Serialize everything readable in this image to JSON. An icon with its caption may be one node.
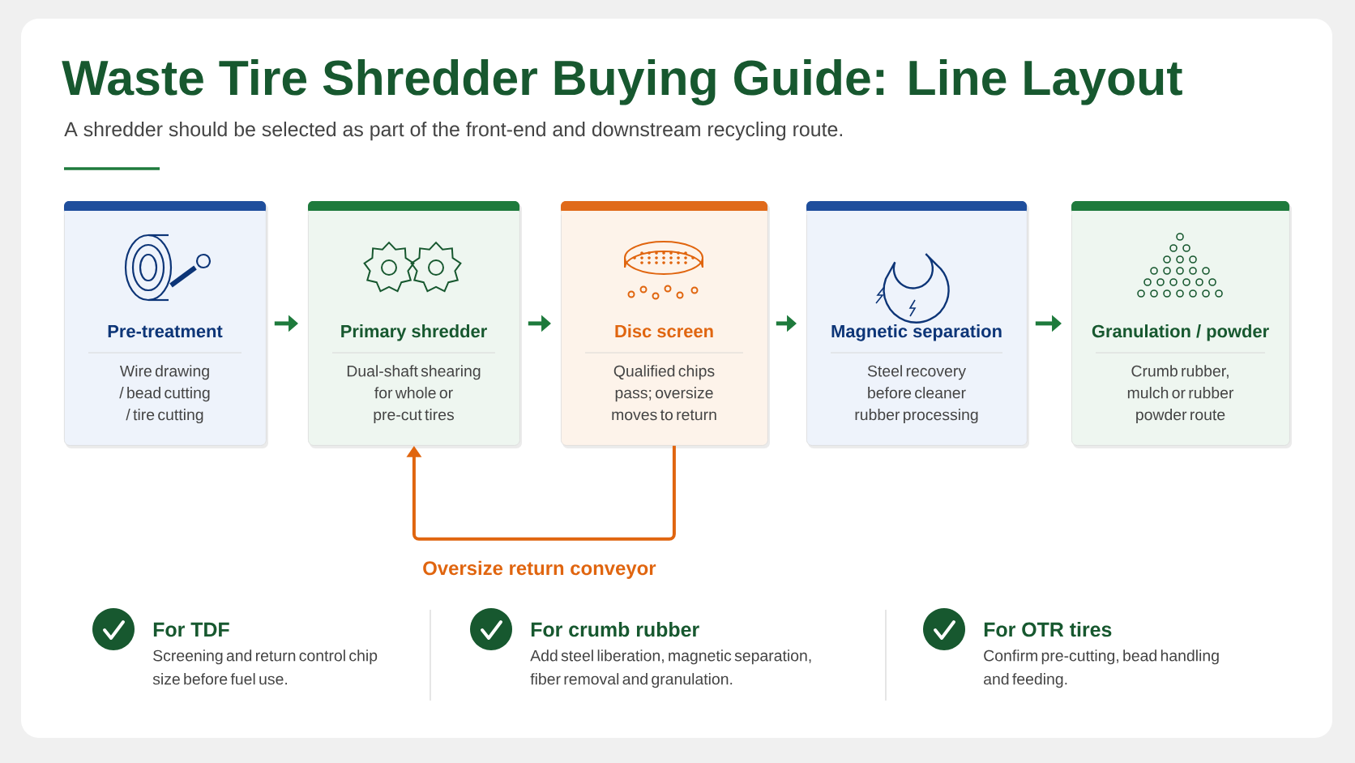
{
  "diagram": {
    "title": "Waste Tire Shredder Buying Guide: Line Layout",
    "nodes": [
      {
        "text": [
          "Pre-treatment",
          "Wire drawing / bead cutting / tire cutting"
        ]
      },
      {
        "text": [
          "Primary shredder",
          "Dual-shaft shearing for whole or pre-cut tires"
        ]
      },
      {
        "text": [
          "Disc screen",
          "Qualified chips pass; oversize moves to return"
        ]
      },
      {
        "text": [
          "Magnetic separation",
          "Steel recovery before cleaner rubber processing"
        ]
      },
      {
        "text": [
          "Granulation / powder",
          "Crumb rubber, mulch or rubber powder route"
        ]
      }
    ],
    "edges": [
      {
        "from": 0,
        "to": 1,
        "arrow": "to"
      },
      {
        "from": 1,
        "to": 2,
        "arrow": "to"
      },
      {
        "from": 2,
        "to": 3,
        "arrow": "to"
      },
      {
        "from": 3,
        "to": 4,
        "arrow": "to"
      },
      {
        "from": 2,
        "to": 1,
        "arrow": "to",
        "label": "Oversize return conveyor",
        "color": "#e0650f"
      }
    ],
    "labels": [
      "A shredder should be selected as part of the front-end and downstream recycling route.",
      "For TDF",
      "Screening and return control chip size before fuel use.",
      "For crumb rubber",
      "Add steel liberation, magnetic separation, fiber removal and granulation.",
      "For OTR tires",
      "Confirm pre-cutting, bead handling and feeding."
    ]
  }
}
